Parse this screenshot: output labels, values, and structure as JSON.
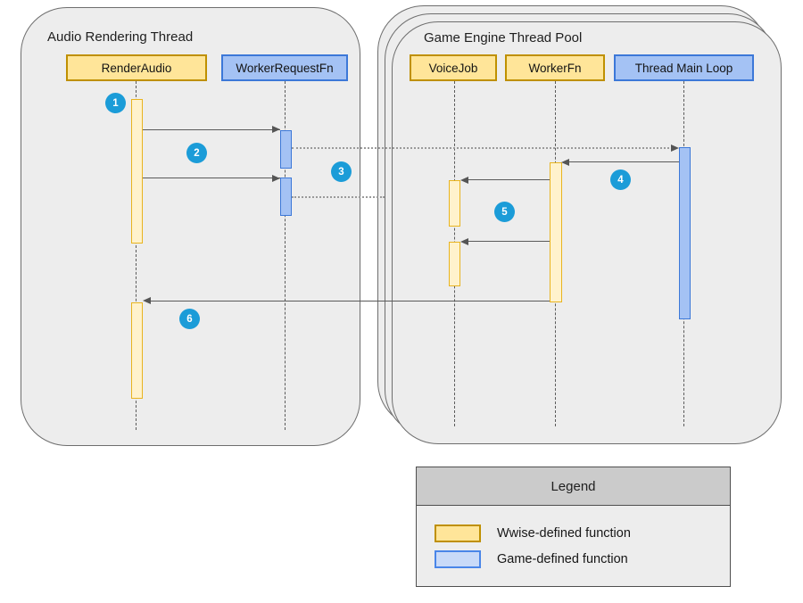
{
  "diagram": {
    "left_panel": {
      "title": "Audio Rendering Thread"
    },
    "right_panel": {
      "title": "Game Engine Thread Pool"
    },
    "lifelines": [
      {
        "label": "RenderAudio",
        "type": "wwise"
      },
      {
        "label": "WorkerRequestFn",
        "type": "game"
      },
      {
        "label": "VoiceJob",
        "type": "wwise"
      },
      {
        "label": "WorkerFn",
        "type": "wwise"
      },
      {
        "label": "Thread Main Loop",
        "type": "game"
      }
    ],
    "step_markers": [
      "1",
      "2",
      "3",
      "4",
      "5",
      "6"
    ]
  },
  "legend": {
    "title": "Legend",
    "items": [
      {
        "label": "Wwise-defined function",
        "type": "wwise"
      },
      {
        "label": "Game-defined function",
        "type": "game"
      }
    ]
  },
  "colors": {
    "wwise_header_fill": "#ffe599",
    "wwise_header_border": "#bf9000",
    "wwise_bar_fill": "#fff2cc",
    "wwise_bar_border": "#e9b41f",
    "game_fill": "#a4c2f4",
    "game_border": "#3c78d8",
    "legend_game_fill": "#c9daf8",
    "legend_game_border": "#4a86e8",
    "marker_circle": "#1b9cd8",
    "panel_fill": "#ededed"
  }
}
